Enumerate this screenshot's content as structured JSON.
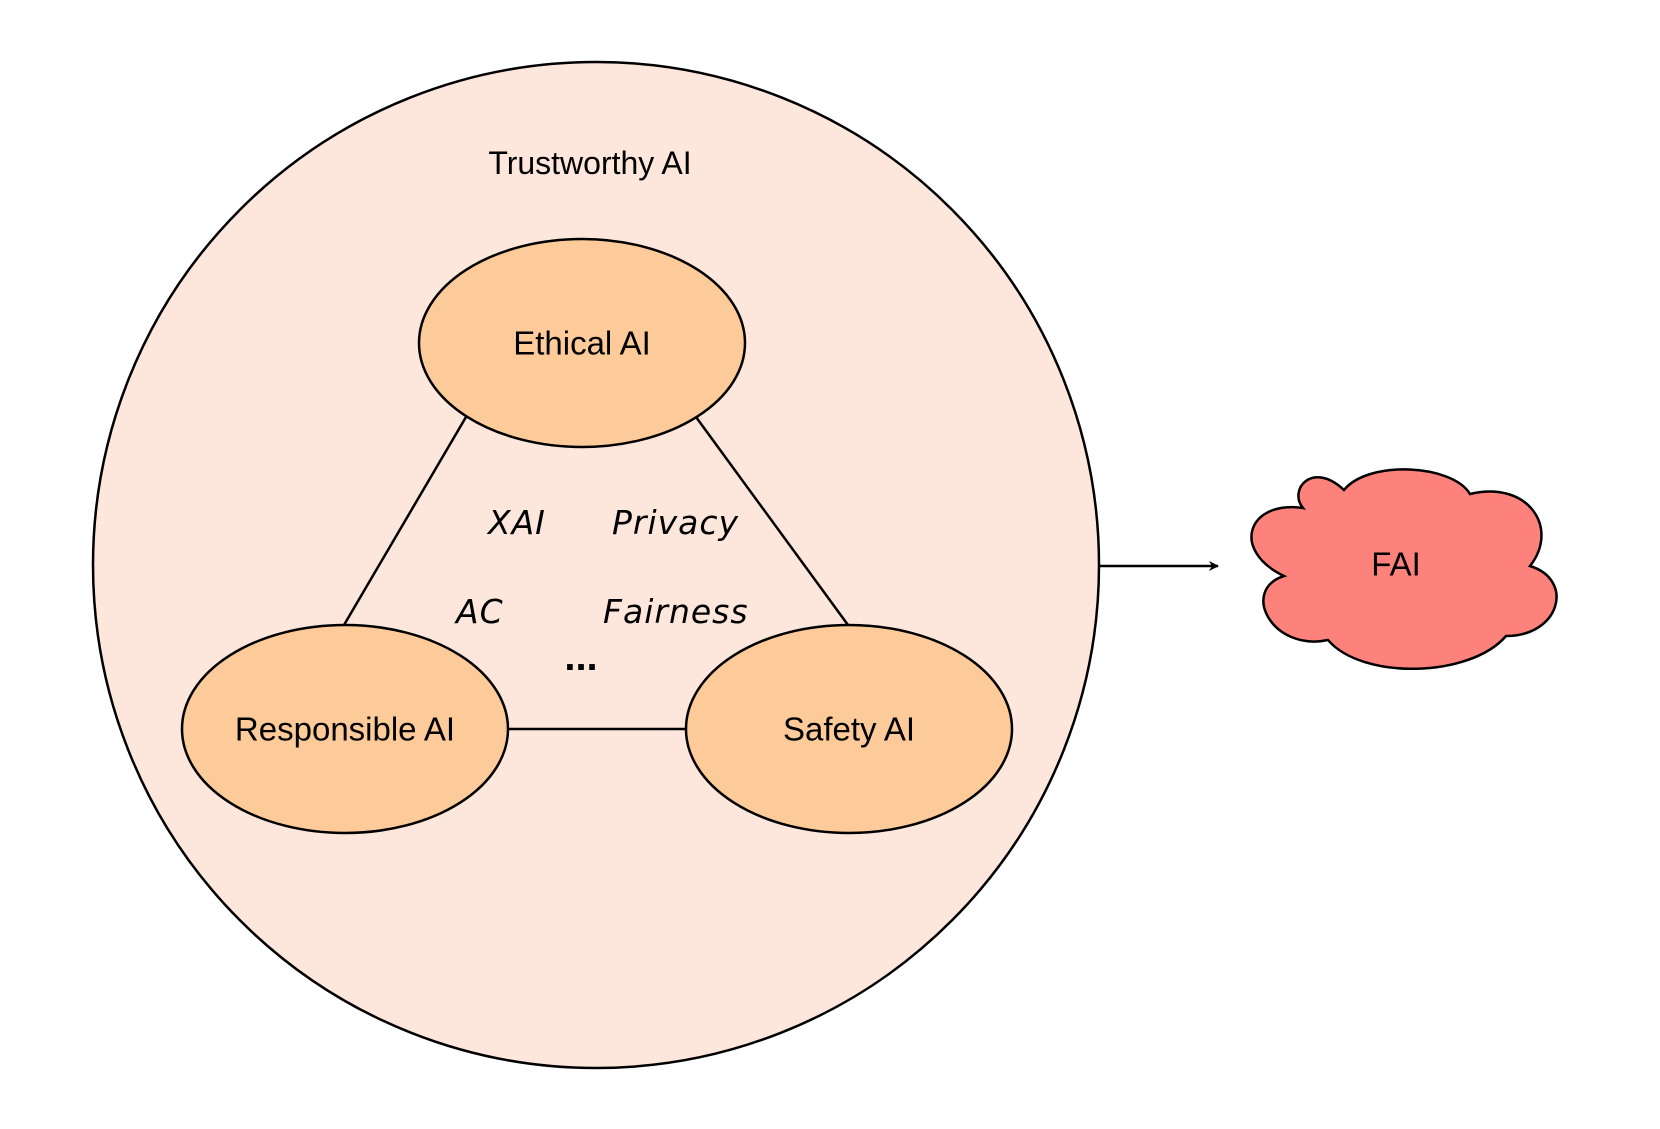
{
  "diagram": {
    "container_label": "Trustworthy AI",
    "nodes": {
      "ethical": "Ethical AI",
      "responsible": "Responsible AI",
      "safety": "Safety AI"
    },
    "concepts": {
      "xai": "XAI",
      "privacy": "Privacy",
      "ac": "AC",
      "fairness": "Fairness",
      "more": "..."
    },
    "output": "FAI",
    "colors": {
      "container_fill": "#fde6dc",
      "node_fill": "#fdcb9a",
      "output_fill": "#fd827b",
      "stroke": "#000000"
    }
  }
}
